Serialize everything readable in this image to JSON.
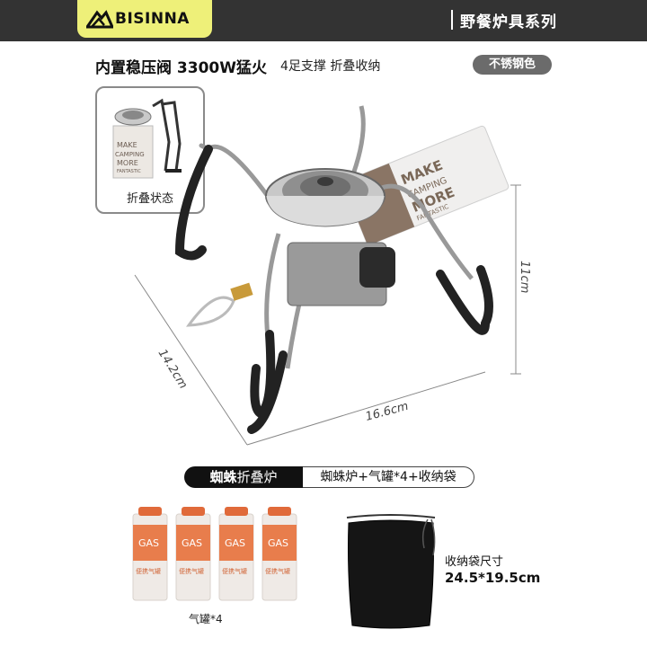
{
  "header": {
    "brand": "BISINNA",
    "series": "野餐炉具系列",
    "colors": {
      "bar": "#333333",
      "logo_bg": "#eef079"
    }
  },
  "features": {
    "main": "内置稳压阀 3300W猛火",
    "sub": "4足支撑  折叠收纳",
    "color_label": "不锈钢色"
  },
  "inset": {
    "label": "折叠状态",
    "box_text": [
      "MAKE",
      "CAMPING",
      "MORE",
      "FANTASTIC"
    ]
  },
  "product": {
    "box_text": [
      "MAKE",
      "CAMPING",
      "MORE",
      "FANTASTIC"
    ],
    "dims": {
      "height": "11cm",
      "depth": "14.2cm",
      "width": "16.6cm"
    }
  },
  "bundle": {
    "name_bold": "蜘蛛",
    "name_rest": "折叠炉",
    "contents": "蜘蛛炉+气罐*4+收纳袋"
  },
  "gas": {
    "can_text": "GAS",
    "can_sub": "便携气罐",
    "count": 4,
    "label": "气罐*4"
  },
  "bag": {
    "label": "收纳袋尺寸",
    "size": "24.5*19.5cm"
  }
}
